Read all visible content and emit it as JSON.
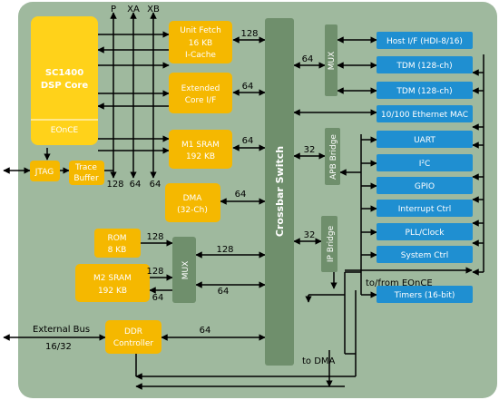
{
  "colors": {
    "board": "#9fb99e",
    "orange": "#f5b800",
    "yellow": "#ffd21a",
    "blue": "#1f8fd1",
    "gray_green": "#6f8f6c",
    "line": "#000000",
    "white": "#ffffff"
  },
  "buses": {
    "p": "P",
    "xa": "XA",
    "xb": "XB",
    "bottom_128": "128",
    "bottom_64a": "64",
    "bottom_64b": "64"
  },
  "core": {
    "name": "SC1400",
    "sub": "DSP Core",
    "eonce": "EOnCE"
  },
  "jtag": "JTAG",
  "trace": {
    "l1": "Trace",
    "l2": "Buffer"
  },
  "unit_fetch": {
    "l1": "Unit Fetch",
    "l2": "16 KB",
    "l3": "I-Cache",
    "bus": "128"
  },
  "ext_core": {
    "l1": "Extended",
    "l2": "Core I/F",
    "bus": "64"
  },
  "m1_sram": {
    "l1": "M1 SRAM",
    "l2": "192 KB",
    "bus": "64"
  },
  "dma": {
    "l1": "DMA",
    "l2": "(32-Ch)",
    "bus": "64"
  },
  "rom": {
    "l1": "ROM",
    "l2": "8 KB",
    "bus": "128"
  },
  "m2_sram": {
    "l1": "M2 SRAM",
    "l2": "192 KB",
    "bus_a": "128",
    "bus_b": "64"
  },
  "mux_left": {
    "label": "MUX",
    "bus_a": "128",
    "bus_b": "64"
  },
  "crossbar": {
    "label": "Crossbar Switch"
  },
  "mux_right": {
    "label": "MUX",
    "bus": "64"
  },
  "apb": {
    "label": "APB Bridge",
    "bus": "32"
  },
  "ipb": {
    "label": "IP Bridge",
    "bus": "32"
  },
  "ddr": {
    "l1": "DDR",
    "l2": "Controller",
    "bus": "64"
  },
  "external_bus": {
    "label": "External Bus",
    "width": "16/32"
  },
  "to_dma": "to DMA",
  "to_from_eonce": "to/from EOnCE",
  "peripherals": [
    "Host I/F (HDI-8/16)",
    "TDM (128-ch)",
    "TDM (128-ch)",
    "10/100 Ethernet MAC",
    "UART",
    "I²C",
    "GPIO",
    "Interrupt Ctrl",
    "PLL/Clock",
    "System Ctrl",
    "Timers (16-bit)"
  ]
}
